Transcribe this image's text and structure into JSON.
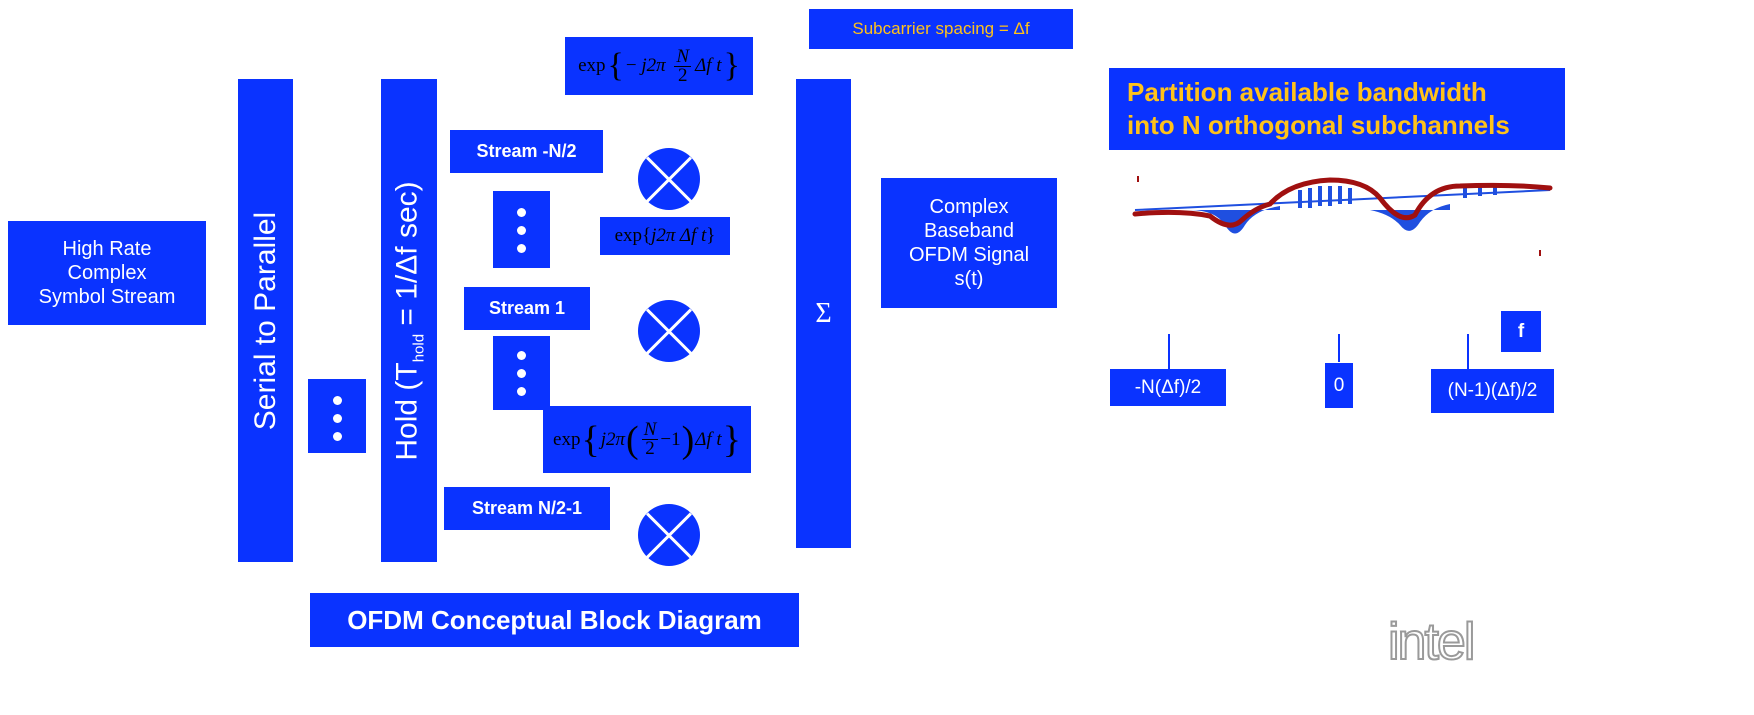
{
  "input": {
    "line1": "High Rate",
    "line2": "Complex",
    "line3": "Symbol Stream"
  },
  "serial_to_parallel": "Serial to Parallel",
  "hold": {
    "prefix": "Hold (T",
    "sub": "hold",
    "suffix": " = 1/Δf sec)"
  },
  "streams": {
    "first": "Stream -N/2",
    "middle": "Stream 1",
    "last": "Stream N/2-1"
  },
  "exp_top": {
    "exp": "exp",
    "minus": "−",
    "j2pi": "j2π",
    "N": "N",
    "two": "2",
    "df_t": "Δf t"
  },
  "exp_mid": {
    "exp": "exp",
    "body": "j2π Δf t"
  },
  "exp_bottom": {
    "exp": "exp",
    "j2pi": "j2π",
    "N": "N",
    "two": "2",
    "minus_one": "−1",
    "df_t": "Δf t"
  },
  "sum_symbol": "Σ",
  "output": {
    "line1": "Complex",
    "line2": "Baseband",
    "line3": "OFDM Signal",
    "line4": "s(t)"
  },
  "subcarrier_spacing": "Subcarrier spacing = Δf",
  "partition": {
    "line1": "Partition available bandwidth",
    "line2": "into N orthogonal subchannels"
  },
  "freq_axis": {
    "left": "-N(Δf)/2",
    "center": "0",
    "right": "(N-1)(Δf)/2",
    "f": "f"
  },
  "caption": "OFDM Conceptual Block Diagram",
  "logo_text": "intel",
  "colors": {
    "block": "#0a33ff",
    "caption_text": "#ffffff",
    "highlight_text": "#ffc21a",
    "spectrum_envelope": "#a01010",
    "spectrum_fill": "#1f4fe0"
  }
}
